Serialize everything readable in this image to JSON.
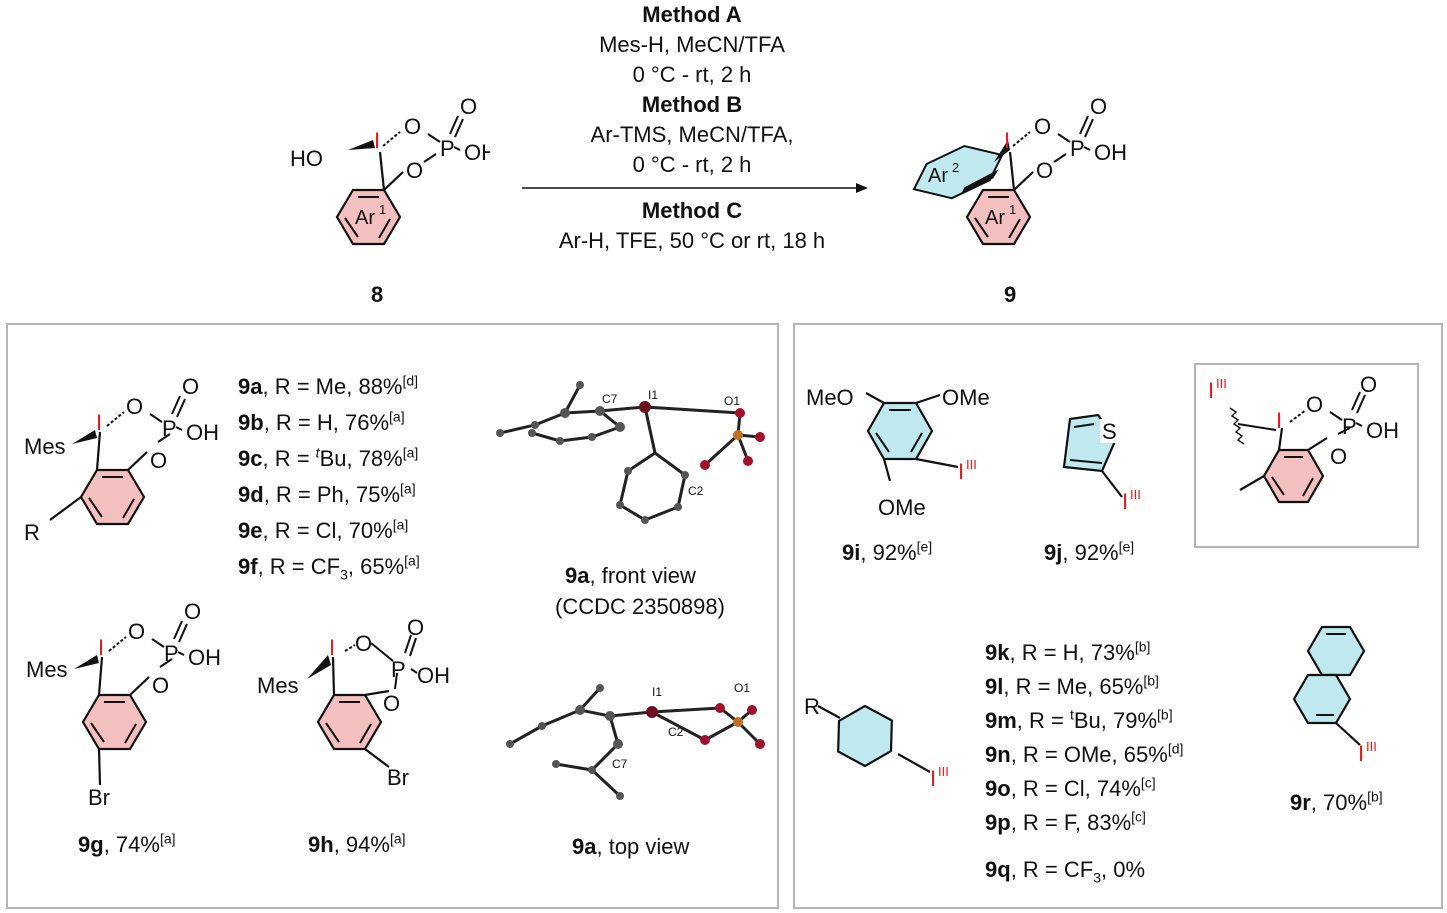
{
  "colors": {
    "aryl_pink": "#f4c0bf",
    "aryl_cyan": "#bfe9ee",
    "iodine_red": "#e31b1b",
    "panel_border": "#b5b5b5"
  },
  "scheme": {
    "reactant_label": "8",
    "product_label": "9",
    "method_a_title": "Method A",
    "method_a_line1": "Mes-H, MeCN/TFA",
    "method_a_line2": "0 °C - rt, 2 h",
    "method_b_title": "Method B",
    "method_b_line1": "Ar-TMS, MeCN/TFA,",
    "method_b_line2": "0 °C - rt, 2 h",
    "method_c_title": "Method C",
    "method_c_line1": "Ar-H, TFE, 50 °C or rt, 18 h"
  },
  "atoms": {
    "I": "I",
    "O": "O",
    "P": "P",
    "OH": "OH",
    "HO": "HO",
    "Ar1": "Ar",
    "Ar1_sup": "1",
    "Ar2": "Ar",
    "Ar2_sup": "2",
    "Mes": "Mes",
    "R": "R",
    "Br": "Br",
    "MeO": "MeO",
    "OMe": "OMe",
    "S": "S",
    "IIII": "I",
    "IIII_sup": "III"
  },
  "left_panel": {
    "entries": [
      {
        "id": "9a",
        "text": ", R = Me, 88%",
        "note": "[d]"
      },
      {
        "id": "9b",
        "text": ", R = H, 76%",
        "note": "[a]"
      },
      {
        "id": "9c",
        "text_pre": ", R = ",
        "italic": "t",
        "text": "Bu, 78%",
        "note": "[a]"
      },
      {
        "id": "9d",
        "text": ", R = Ph, 75%",
        "note": "[a]"
      },
      {
        "id": "9e",
        "text": ", R = Cl, 70%",
        "note": "[a]"
      },
      {
        "id": "9f",
        "text_pre": ", R = CF",
        "sub": "3",
        "text": ", 65%",
        "note": "[a]"
      }
    ],
    "g": {
      "id": "9g",
      "text": ", 74%",
      "note": "[a]"
    },
    "h": {
      "id": "9h",
      "text": ", 94%",
      "note": "[a]"
    },
    "crystal_front_id": "9a",
    "crystal_front_caption": ", front view",
    "crystal_ccdc": "(CCDC 2350898)",
    "crystal_top_id": "9a",
    "crystal_top_caption": ", top view",
    "crystal_atoms": {
      "C7": "C7",
      "I1": "I1",
      "O1": "O1",
      "C2": "C2"
    }
  },
  "right_panel": {
    "i": {
      "id": "9i",
      "text": ", 92%",
      "note": "[e]"
    },
    "j": {
      "id": "9j",
      "text": ", 92%",
      "note": "[e]"
    },
    "entries": [
      {
        "id": "9k",
        "text": ", R = H, 73%",
        "note": "[b]"
      },
      {
        "id": "9l",
        "text": ", R = Me, 65%",
        "note": "[b]"
      },
      {
        "id": "9m",
        "text_pre": ", R = ",
        "sup": "t",
        "text": "Bu, 79%",
        "note": "[b]"
      },
      {
        "id": "9n",
        "text": ", R = OMe, 65%",
        "note": "[d]"
      },
      {
        "id": "9o",
        "text": ", R = Cl, 74%",
        "note": "[c]"
      },
      {
        "id": "9p",
        "text": ", R = F, 83%",
        "note": "[c]"
      },
      {
        "id": "9q",
        "text_pre": ", R = CF",
        "sub": "3",
        "text": ", 0%",
        "note": ""
      }
    ],
    "r": {
      "id": "9r",
      "text": ", 70%",
      "note": "[b]"
    }
  }
}
